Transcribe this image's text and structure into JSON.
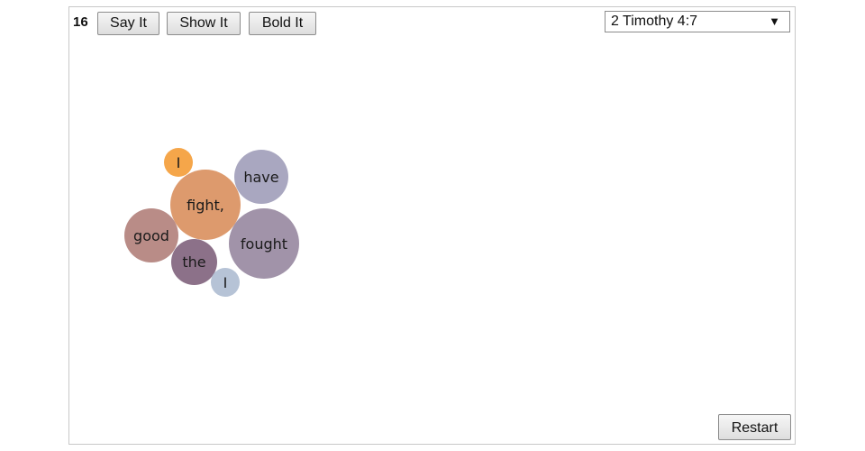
{
  "toolbar": {
    "counter": "16",
    "say_label": "Say It",
    "show_label": "Show It",
    "bold_label": "Bold It",
    "verse_selected": "2 Timothy 4:7",
    "caret": "▼"
  },
  "footer": {
    "restart_label": "Restart"
  },
  "bubbles": [
    {
      "word": "I",
      "color": "#f5a64a"
    },
    {
      "word": "have",
      "color": "#a9a7c0"
    },
    {
      "word": "fight,",
      "color": "#dd9a6d"
    },
    {
      "word": "good",
      "color": "#b98c87"
    },
    {
      "word": "fought",
      "color": "#a193a9"
    },
    {
      "word": "the",
      "color": "#8c7189"
    },
    {
      "word": "I",
      "color": "#b6c3d6"
    }
  ]
}
